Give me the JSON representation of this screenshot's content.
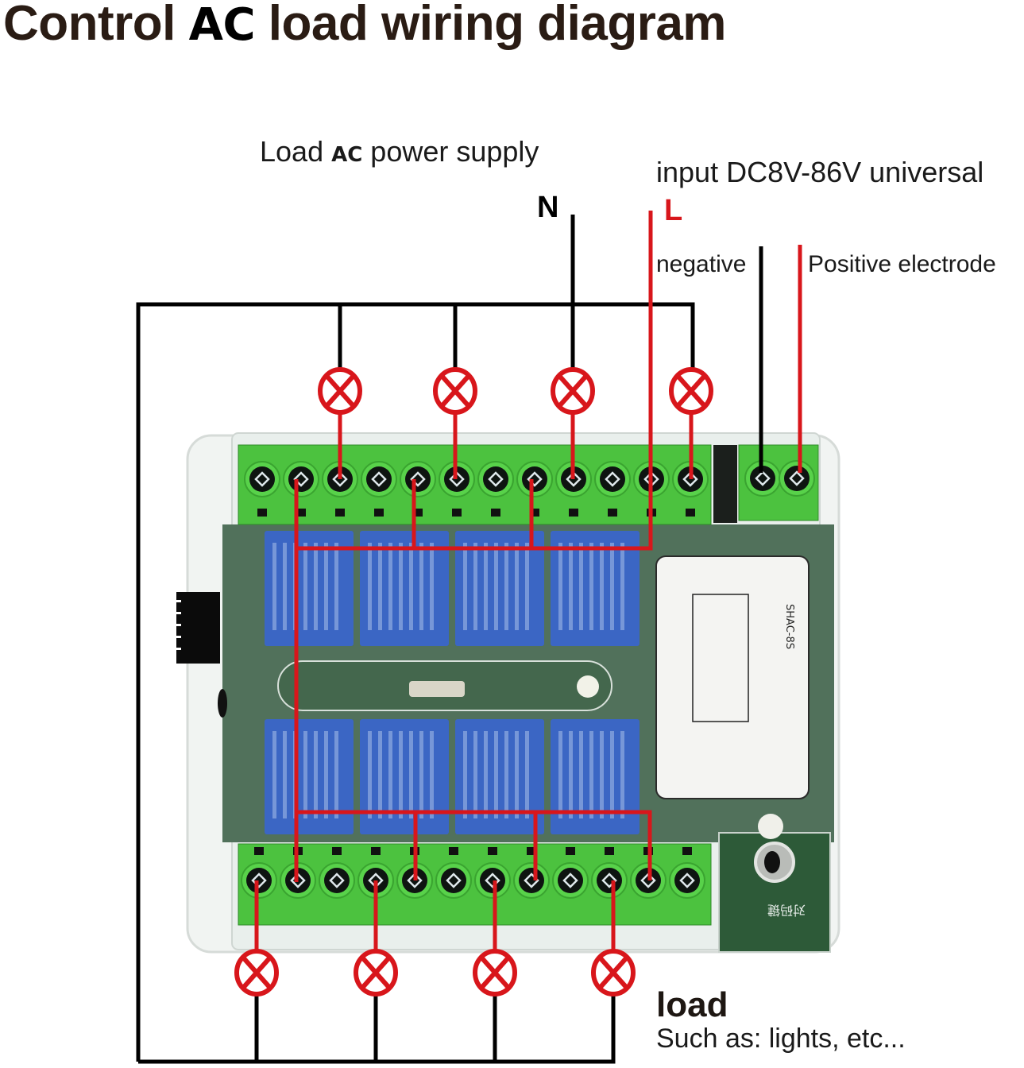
{
  "title": {
    "prefix": "Control",
    "highlight": "AC",
    "suffix": "load wiring diagram"
  },
  "supply": {
    "label_prefix": "Load",
    "label_highlight": "AC",
    "label_suffix": "power supply",
    "neutral": "N",
    "live": "L"
  },
  "dc_input": {
    "label": "input DC8V-86V universal",
    "negative": "negative",
    "positive": "Positive electrode"
  },
  "load": {
    "title": "load",
    "description": "Such as: lights, etc..."
  },
  "module": {
    "model_label": "SHAC-8S",
    "relay_count": 8,
    "top_terminal_count": 12,
    "bottom_terminal_count": 12,
    "power_terminal_count": 2,
    "learn_button_label": "对码键"
  },
  "colors": {
    "live_wire": "#d8161b",
    "neutral_wire": "#000000",
    "terminal_green": "#4cc23f",
    "relay_blue": "#3b66c4",
    "pcb_green": "#2f5a3a"
  },
  "lamps": {
    "top": [
      "lamp-1",
      "lamp-2",
      "lamp-3",
      "lamp-4"
    ],
    "bottom": [
      "lamp-5",
      "lamp-6",
      "lamp-7",
      "lamp-8"
    ]
  }
}
